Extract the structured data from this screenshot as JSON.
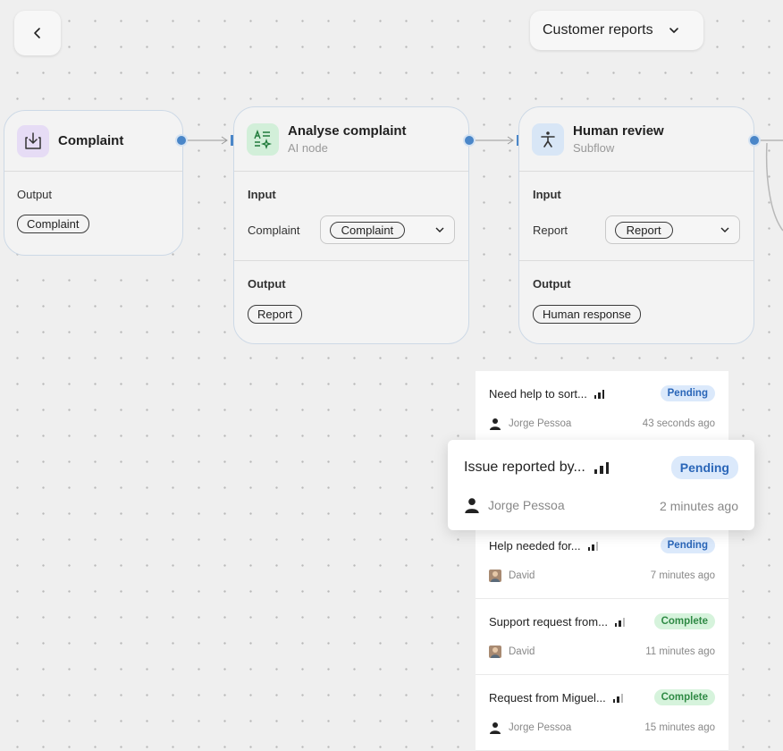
{
  "header": {
    "back_icon": "chevron-left-icon",
    "workflow_selector": {
      "label": "Customer reports",
      "icon": "chevron-down-icon"
    }
  },
  "nodes": [
    {
      "title": "Complaint",
      "icon": "inbox-download-icon",
      "output_label": "Output",
      "output_pill": "Complaint"
    },
    {
      "title": "Analyse complaint",
      "subtitle": "AI node",
      "icon": "ai-text-sparkle-icon",
      "input_label": "Input",
      "input_field_label": "Complaint",
      "input_value": "Complaint",
      "output_label": "Output",
      "output_pill": "Report"
    },
    {
      "title": "Human review",
      "subtitle": "Subflow",
      "icon": "person-icon",
      "input_label": "Input",
      "input_field_label": "Report",
      "input_value": "Report",
      "output_label": "Output",
      "output_pill": "Human response"
    }
  ],
  "tasks": [
    {
      "title": "Need help to sort...",
      "status": "Pending",
      "user": "Jorge Pessoa",
      "time": "43 seconds ago",
      "signal": 3
    },
    {
      "title": "Issue reported by...",
      "status": "Pending",
      "user": "Jorge Pessoa",
      "time": "2 minutes ago",
      "signal": 3
    },
    {
      "title": "Help needed for...",
      "status": "Pending",
      "user": "David",
      "time": "7 minutes ago",
      "signal": 2
    },
    {
      "title": "Support request from...",
      "status": "Complete",
      "user": "David",
      "time": "11 minutes ago",
      "signal": 2
    },
    {
      "title": "Request from Miguel...",
      "status": "Complete",
      "user": "Jorge Pessoa",
      "time": "15 minutes ago",
      "signal": 2
    }
  ],
  "colors": {
    "accent": "#4a86c8",
    "pending_bg": "#dbe9fb",
    "pending_text": "#2a66b8",
    "complete_bg": "#d6f3dc",
    "complete_text": "#2f8a45"
  }
}
